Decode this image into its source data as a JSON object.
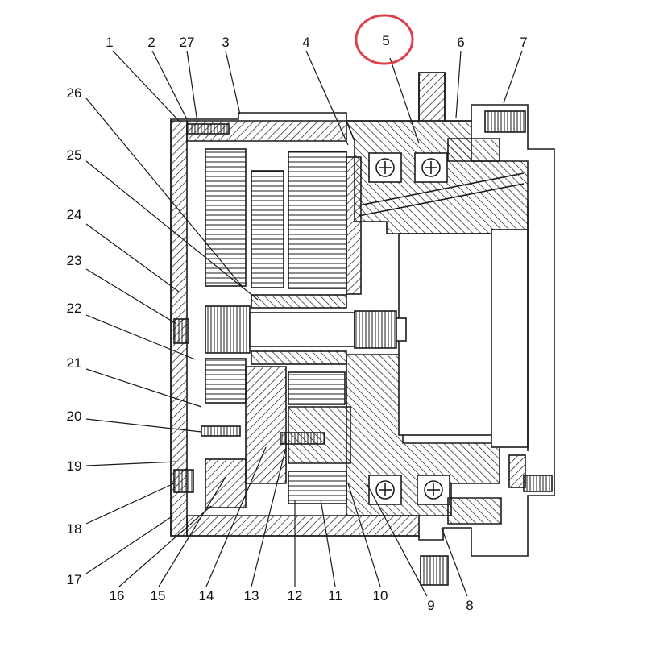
{
  "diagram": {
    "callouts": [
      "1",
      "2",
      "27",
      "3",
      "4",
      "5",
      "6",
      "7",
      "26",
      "25",
      "24",
      "23",
      "22",
      "21",
      "20",
      "19",
      "18",
      "17",
      "16",
      "15",
      "14",
      "13",
      "12",
      "11",
      "10",
      "9",
      "8"
    ],
    "highlight": {
      "callout": "5",
      "color": "#e0404a"
    },
    "colors": {
      "ink": "#1a1a1a",
      "paper": "#ffffff"
    }
  }
}
